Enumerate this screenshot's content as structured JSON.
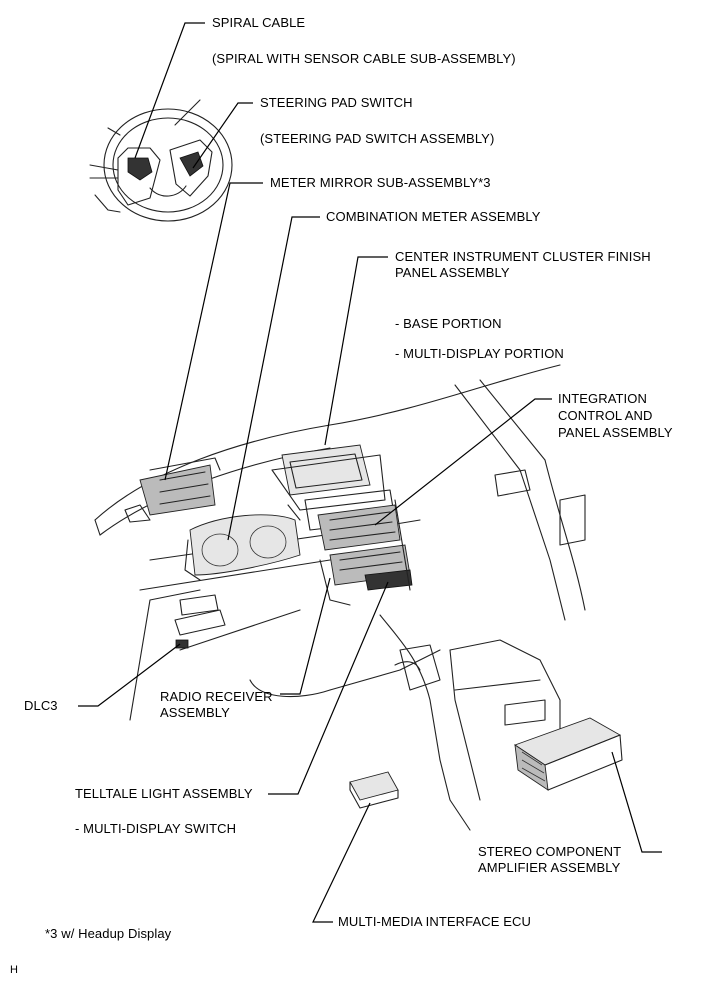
{
  "labels": {
    "spiral_cable": "SPIRAL CABLE",
    "spiral_cable_sub": "(SPIRAL WITH SENSOR CABLE SUB-ASSEMBLY)",
    "steering_pad_switch": "STEERING PAD SWITCH",
    "steering_pad_switch_sub": "(STEERING PAD SWITCH ASSEMBLY)",
    "meter_mirror": "METER MIRROR SUB-ASSEMBLY*3",
    "combination_meter": "COMBINATION METER ASSEMBLY",
    "center_cluster_line1": "CENTER INSTRUMENT CLUSTER FINISH",
    "center_cluster_line2": "PANEL ASSEMBLY",
    "base_portion": "- BASE PORTION",
    "multi_display_portion": "- MULTI-DISPLAY PORTION",
    "integration_line1": "INTEGRATION",
    "integration_line2": "CONTROL AND",
    "integration_line3": "PANEL ASSEMBLY",
    "dlc3": "DLC3",
    "radio_line1": "RADIO RECEIVER",
    "radio_line2": "ASSEMBLY",
    "telltale": "TELLTALE LIGHT ASSEMBLY",
    "multi_display_switch": "- MULTI-DISPLAY SWITCH",
    "stereo_line1": "STEREO COMPONENT",
    "stereo_line2": "AMPLIFIER ASSEMBLY",
    "multimedia_ecu": "MULTI-MEDIA INTERFACE ECU",
    "footnote": "*3 w/ Headup Display",
    "corner_mark": "H"
  }
}
